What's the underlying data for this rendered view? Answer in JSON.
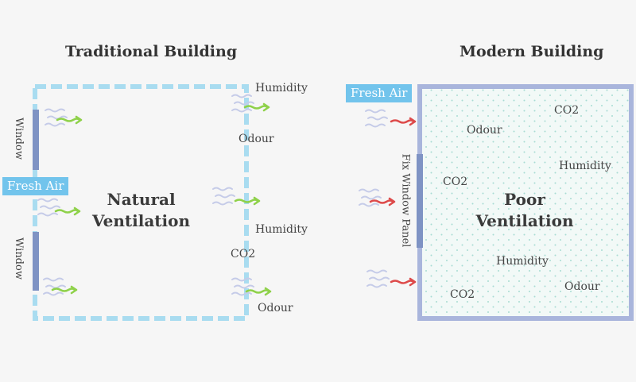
{
  "traditional": {
    "title": "Traditional Building",
    "center_line1": "Natural",
    "center_line2": "Ventilation",
    "fresh_air": "Fresh Air",
    "window_top": "Window",
    "window_bottom": "Window",
    "labels": {
      "humidity_top": "Humidity",
      "odour_top": "Odour",
      "humidity_mid": "Humidity",
      "co2_mid": "CO2",
      "odour_bottom": "Odour"
    }
  },
  "modern": {
    "title": "Modern Building",
    "center_line1": "Poor",
    "center_line2": "Ventilation",
    "fresh_air": "Fresh Air",
    "panel": "Fix Window Panel",
    "labels": {
      "co2_top": "CO2",
      "odour_top": "Odour",
      "humidity_right": "Humidity",
      "co2_left": "CO2",
      "humidity_bottom": "Humidity",
      "odour_bottom": "Odour",
      "co2_bottom": "CO2"
    }
  },
  "colors": {
    "dashed_wall": "#a9dcf0",
    "window": "#7f93c4",
    "fresh_air_tag": "#72c4ec",
    "green_arrow": "#8fd14a",
    "red_arrow": "#dd4a4a",
    "air_wave": "#c5cbe8",
    "modern_wall": "#a9b5dc",
    "modern_fill": "#f2f9f7",
    "dots": "#a8dcd2"
  }
}
